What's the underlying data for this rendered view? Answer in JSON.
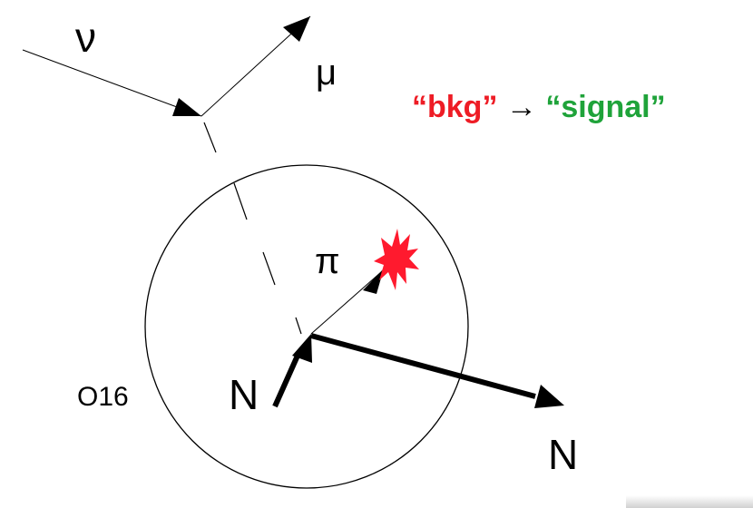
{
  "labels": {
    "neutrino": "ν",
    "muon": "μ",
    "pion": "π",
    "nucleon_in": "N",
    "nucleon_out": "N",
    "nucleus": "O16"
  },
  "headline": {
    "open_quote_1": "“",
    "bkg": "bkg",
    "close_quote_1": "”",
    "arrow": "→",
    "open_quote_2": "“",
    "signal": "signal",
    "close_quote_2": "”"
  },
  "colors": {
    "bkg": "#ee1c25",
    "signal": "#1fa33a",
    "star": "#ff1a2e",
    "ink": "#000000"
  },
  "icons": {
    "interaction_burst": "red-star-burst-icon"
  }
}
